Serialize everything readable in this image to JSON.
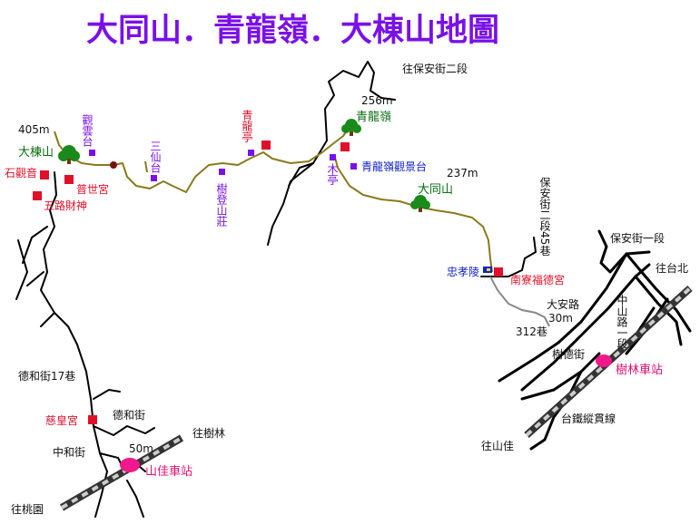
{
  "title": "大同山．青龍嶺．大棟山地圖",
  "peaks": {
    "dadong": {
      "name": "大棟山",
      "elevation": "405m"
    },
    "qinglong": {
      "name": "青龍嶺",
      "elevation": "256m"
    },
    "datong": {
      "name": "大同山",
      "elevation": "237m"
    }
  },
  "temples": {
    "shiguanyin": "石觀音",
    "pushi": "普世宮",
    "wulu": "五路財神",
    "cihuang": "慈皇宮",
    "nanliao": "南寮福德宮"
  },
  "viewpoints": {
    "guanyun": "觀雲台",
    "sanxian": "三仙台",
    "qinglongting": "青龍亭",
    "shudeng": "樹登山莊",
    "muting": "木亭",
    "qinglong_view": "青龍嶺觀景台"
  },
  "places": {
    "zhongxiao": "忠孝陵",
    "shulin_station": "樹林車站",
    "shanjia_station": "山佳車站"
  },
  "roads": {
    "baoan2": "往保安街二段",
    "baoan_lane": "保安街二段45巷",
    "baoan1": "保安街一段",
    "to_taipei": "往台北",
    "zhongshan": "中山路一段",
    "daan": "大安路",
    "daan_dist": "30m",
    "lane312": "312巷",
    "shude": "樹德街",
    "railway": "台鐵縱貫線",
    "to_shanjia": "往山佳",
    "dehe17": "德和街17巷",
    "dehe": "德和街",
    "to_shulin": "往樹林",
    "zhonghe": "中和街",
    "dist50": "50m",
    "to_taoyuan": "往桃園"
  }
}
